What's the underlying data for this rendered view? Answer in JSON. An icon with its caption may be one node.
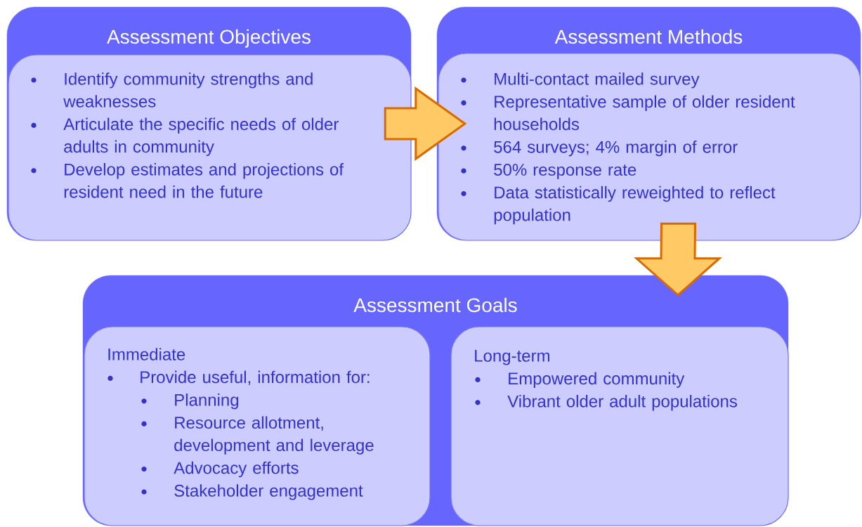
{
  "diagram": {
    "nodes": [
      {
        "text": [
          "Assessment Objectives"
        ]
      },
      {
        "text": [
          "Identify community strengths and weaknesses",
          "Articulate the specific needs of older adults in community",
          "Develop estimates and projections of resident need in the future"
        ],
        "in": 0
      },
      {
        "text": [
          "Assessment Methods"
        ]
      },
      {
        "text": [
          "Multi-contact mailed survey",
          "Representative sample of older resident households",
          "564 surveys; 4% margin of error",
          "50% response rate",
          "Data statistically reweighted to reflect population"
        ],
        "in": 2
      },
      {
        "text": [
          "Assessment Goals"
        ]
      },
      {
        "text": [
          "Immediate",
          "Provide useful, information for:",
          "Planning",
          "Resource allotment, development and leverage",
          "Advocacy efforts",
          "Stakeholder engagement"
        ],
        "in": 4
      },
      {
        "text": [
          "Long-term",
          "Empowered community",
          "Vibrant older adult populations"
        ],
        "in": 4
      }
    ],
    "edges": [
      {
        "from": 0,
        "to": 2,
        "arrow": "to"
      },
      {
        "from": 2,
        "to": 4,
        "arrow": "to"
      }
    ]
  }
}
